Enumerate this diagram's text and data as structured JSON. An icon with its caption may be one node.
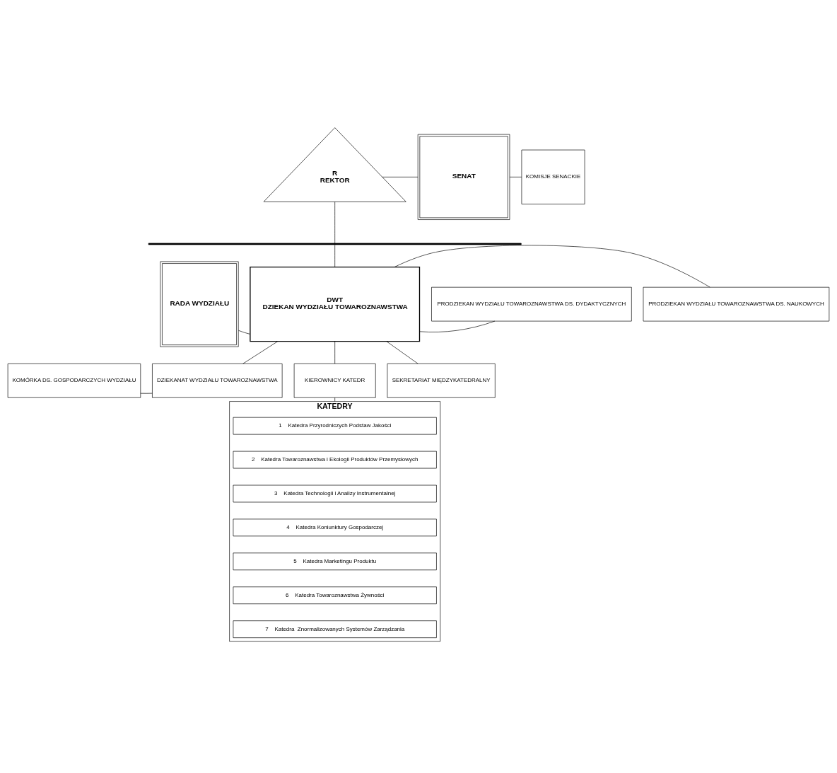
{
  "diagram": {
    "nodes": [
      {
        "text": [
          "R",
          "REKTOR"
        ]
      },
      {
        "text": [
          "SENAT"
        ]
      },
      {
        "text": [
          "KOMISJE SENACKIE"
        ]
      },
      {
        "text": [],
        "shape": "bar"
      },
      {
        "text": [
          "RADA WYDZIAŁU"
        ]
      },
      {
        "text": [
          "DWT",
          "DZIEKAN WYDZIAŁU TOWAROZNAWSTWA"
        ]
      },
      {
        "text": [
          "PRODZIEKAN WYDZIAŁU TOWAROZNAWSTWA DS. DYDAKTYCZNYCH"
        ]
      },
      {
        "text": [
          "PRODZIEKAN WYDZIAŁU TOWAROZNAWSTWA DS. NAUKOWYCH"
        ]
      },
      {
        "text": [
          "KOMÓRKA DS. GOSPODARCZYCH WYDZIAŁU"
        ]
      },
      {
        "text": [
          "DZIEKANAT WYDZIAŁU TOWAROZNAWSTWA"
        ]
      },
      {
        "text": [
          "KIEROWNICY KATEDR"
        ]
      },
      {
        "text": [
          "SEKRETARIAT MIĘDZYKATEDRALNY"
        ]
      },
      {
        "text": [
          "KATEDRY"
        ]
      },
      {
        "text": [
          "1",
          "Katedra Przyrodniczych Podstaw Jakości"
        ],
        "in": 12
      },
      {
        "text": [
          "2",
          "Katedra Towaroznawstwa i Ekologii Produktów Przemysłowych"
        ],
        "in": 12
      },
      {
        "text": [
          "3",
          "Katedra Technologii i Analizy Instrumentalnej"
        ],
        "in": 12
      },
      {
        "text": [
          "4",
          "Katedra Koniunktury Gospodarczej"
        ],
        "in": 12
      },
      {
        "text": [
          "5",
          "Katedra Marketingu Produktu"
        ],
        "in": 12
      },
      {
        "text": [
          "6",
          "Katedra Towaroznawstwa Żywności"
        ],
        "in": 12
      },
      {
        "text": [
          "7",
          "Katedra  Znormalizowanych Systemów Zarządzania"
        ],
        "in": 12
      }
    ],
    "edges": [
      {
        "from": 0,
        "to": 1,
        "arrow": "none"
      },
      {
        "from": 1,
        "to": 2,
        "arrow": "none"
      },
      {
        "from": 0,
        "to": 3,
        "arrow": "none"
      },
      {
        "from": 3,
        "to": 5,
        "arrow": "none"
      },
      {
        "from": 4,
        "to": 5,
        "arrow": "none"
      },
      {
        "from": 5,
        "to": 6,
        "arrow": "none"
      },
      {
        "from": 5,
        "to": 7,
        "arrow": "none"
      },
      {
        "from": 5,
        "to": 9,
        "arrow": "none"
      },
      {
        "from": 5,
        "to": 10,
        "arrow": "none"
      },
      {
        "from": 5,
        "to": 11,
        "arrow": "none"
      },
      {
        "from": 8,
        "to": 9,
        "arrow": "none"
      },
      {
        "from": 10,
        "to": 12,
        "arrow": "none"
      }
    ]
  }
}
